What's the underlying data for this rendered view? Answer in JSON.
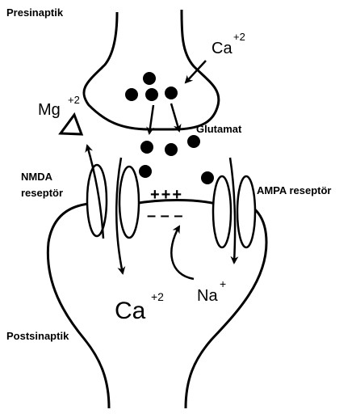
{
  "labels": {
    "presinaptik": "Presinaptik",
    "postsinaptik": "Postsinaptik",
    "glutamat": "Glutamat",
    "nmda_line1": "NMDA",
    "nmda_line2": "reseptör",
    "ampa": "AMPA reseptör",
    "ca_top_base": "Ca",
    "ca_top_sup": "+2",
    "mg_base": "Mg",
    "mg_sup": "+2",
    "ca_bottom_base": "Ca",
    "ca_bottom_sup": "+2",
    "na_base": "Na",
    "na_sup": "+",
    "plus_charges": "+++",
    "minus_charges": "– – –"
  },
  "colors": {
    "ink": "#000000",
    "background": "#ffffff"
  }
}
